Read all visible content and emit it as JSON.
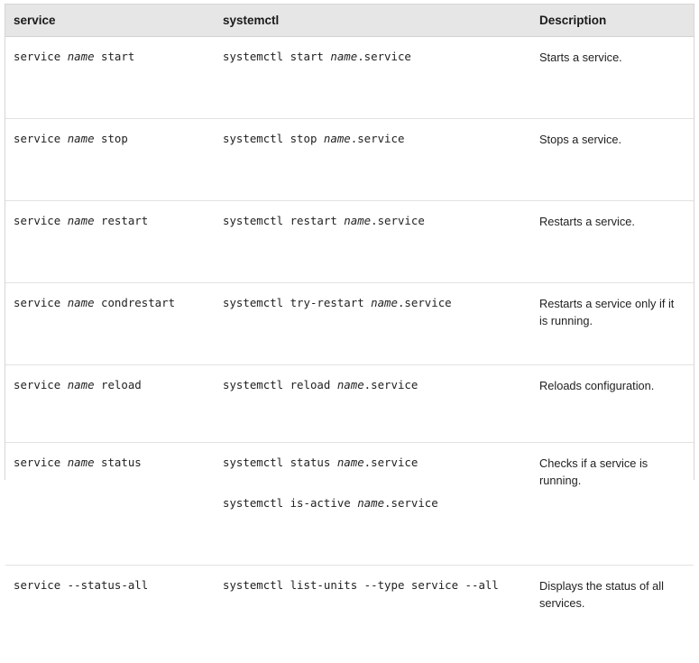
{
  "table": {
    "headers": [
      {
        "label": "service"
      },
      {
        "label": "systemctl"
      },
      {
        "label": "Description"
      }
    ],
    "colors": {
      "header_background": "#e6e6e6",
      "border": "#d6d6d6",
      "row_divider": "#e2e2e2",
      "text": "#1a1a1a",
      "code_text": "#222222",
      "page_background": "#ffffff"
    },
    "variable_token": "name",
    "rows": [
      {
        "service": {
          "prefix": "service ",
          "var": "name",
          "suffix": " start"
        },
        "service_text": "service name start",
        "systemctl": [
          {
            "prefix": "systemctl start ",
            "var": "name",
            "suffix": ".service"
          }
        ],
        "systemctl_text": "systemctl start name.service",
        "description": "Starts a service."
      },
      {
        "service": {
          "prefix": "service ",
          "var": "name",
          "suffix": " stop"
        },
        "service_text": "service name stop",
        "systemctl": [
          {
            "prefix": "systemctl stop ",
            "var": "name",
            "suffix": ".service"
          }
        ],
        "systemctl_text": "systemctl stop name.service",
        "description": "Stops a service."
      },
      {
        "service": {
          "prefix": "service ",
          "var": "name",
          "suffix": " restart"
        },
        "service_text": "service name restart",
        "systemctl": [
          {
            "prefix": "systemctl restart ",
            "var": "name",
            "suffix": ".service"
          }
        ],
        "systemctl_text": "systemctl restart name.service",
        "description": "Restarts a service."
      },
      {
        "service": {
          "prefix": "service ",
          "var": "name",
          "suffix": " condrestart"
        },
        "service_text": "service name condrestart",
        "systemctl": [
          {
            "prefix": "systemctl try-restart ",
            "var": "name",
            "suffix": ".service"
          }
        ],
        "systemctl_text": "systemctl try-restart name.service",
        "description": "Restarts a service only if it is running."
      },
      {
        "service": {
          "prefix": "service ",
          "var": "name",
          "suffix": " reload"
        },
        "service_text": "service name reload",
        "systemctl": [
          {
            "prefix": "systemctl reload ",
            "var": "name",
            "suffix": ".service"
          }
        ],
        "systemctl_text": "systemctl reload name.service",
        "description": "Reloads configuration."
      },
      {
        "service": {
          "prefix": "service ",
          "var": "name",
          "suffix": " status"
        },
        "service_text": "service name status",
        "systemctl": [
          {
            "prefix": "systemctl status ",
            "var": "name",
            "suffix": ".service"
          },
          {
            "prefix": "systemctl is-active ",
            "var": "name",
            "suffix": ".service"
          }
        ],
        "systemctl_text": "systemctl status name.service / systemctl is-active name.service",
        "description": "Checks if a service is running."
      },
      {
        "service": {
          "prefix": "service --status-all",
          "var": "",
          "suffix": ""
        },
        "service_text": "service --status-all",
        "systemctl": [
          {
            "prefix": "systemctl list-units --type service --all",
            "var": "",
            "suffix": ""
          }
        ],
        "systemctl_text": "systemctl list-units --type service --all",
        "description": "Displays the status of all services."
      }
    ]
  }
}
